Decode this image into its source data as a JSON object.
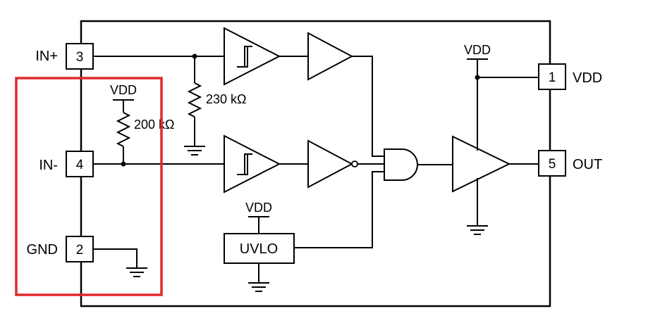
{
  "pins": {
    "in_plus": {
      "name": "IN+",
      "number": "3"
    },
    "in_minus": {
      "name": "IN-",
      "number": "4"
    },
    "gnd": {
      "name": "GND",
      "number": "2"
    },
    "vdd": {
      "name": "VDD",
      "number": "1"
    },
    "out": {
      "name": "OUT",
      "number": "5"
    }
  },
  "supply_labels": {
    "pullup": "VDD",
    "uvlo": "VDD",
    "output_stage": "VDD"
  },
  "resistors": {
    "pulldown": "230 kΩ",
    "pullup": "200 kΩ"
  },
  "uvlo_label": "UVLO",
  "highlight_color": "#e0282e"
}
